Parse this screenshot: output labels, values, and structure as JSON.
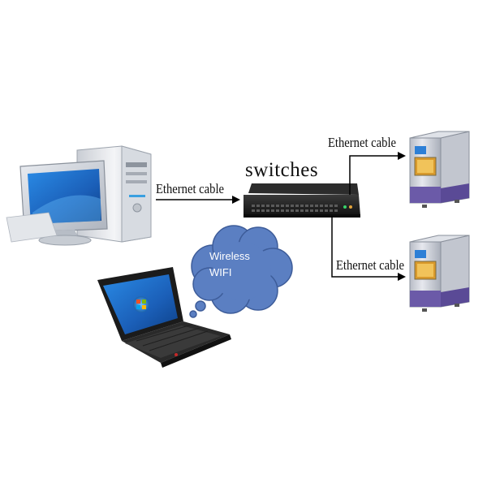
{
  "diagram": {
    "labels": {
      "cable_pc": "Ethernet cable",
      "cable_top": "Ethernet cable",
      "cable_bottom": "Ethernet cable",
      "switch": "switches"
    },
    "cloud": {
      "line1": "Wireless",
      "line2": "WIFI"
    }
  },
  "colors": {
    "cloud_fill": "#5b7fc2",
    "screen_blue": "#1f6fd0",
    "chamber_body": "#cdd0d8",
    "chamber_base": "#6b5aa8",
    "switch_body": "#222222"
  },
  "icons": [
    "desktop-computer-icon",
    "network-switch-icon",
    "laptop-icon",
    "wireless-cloud-icon",
    "test-chamber-icon"
  ]
}
